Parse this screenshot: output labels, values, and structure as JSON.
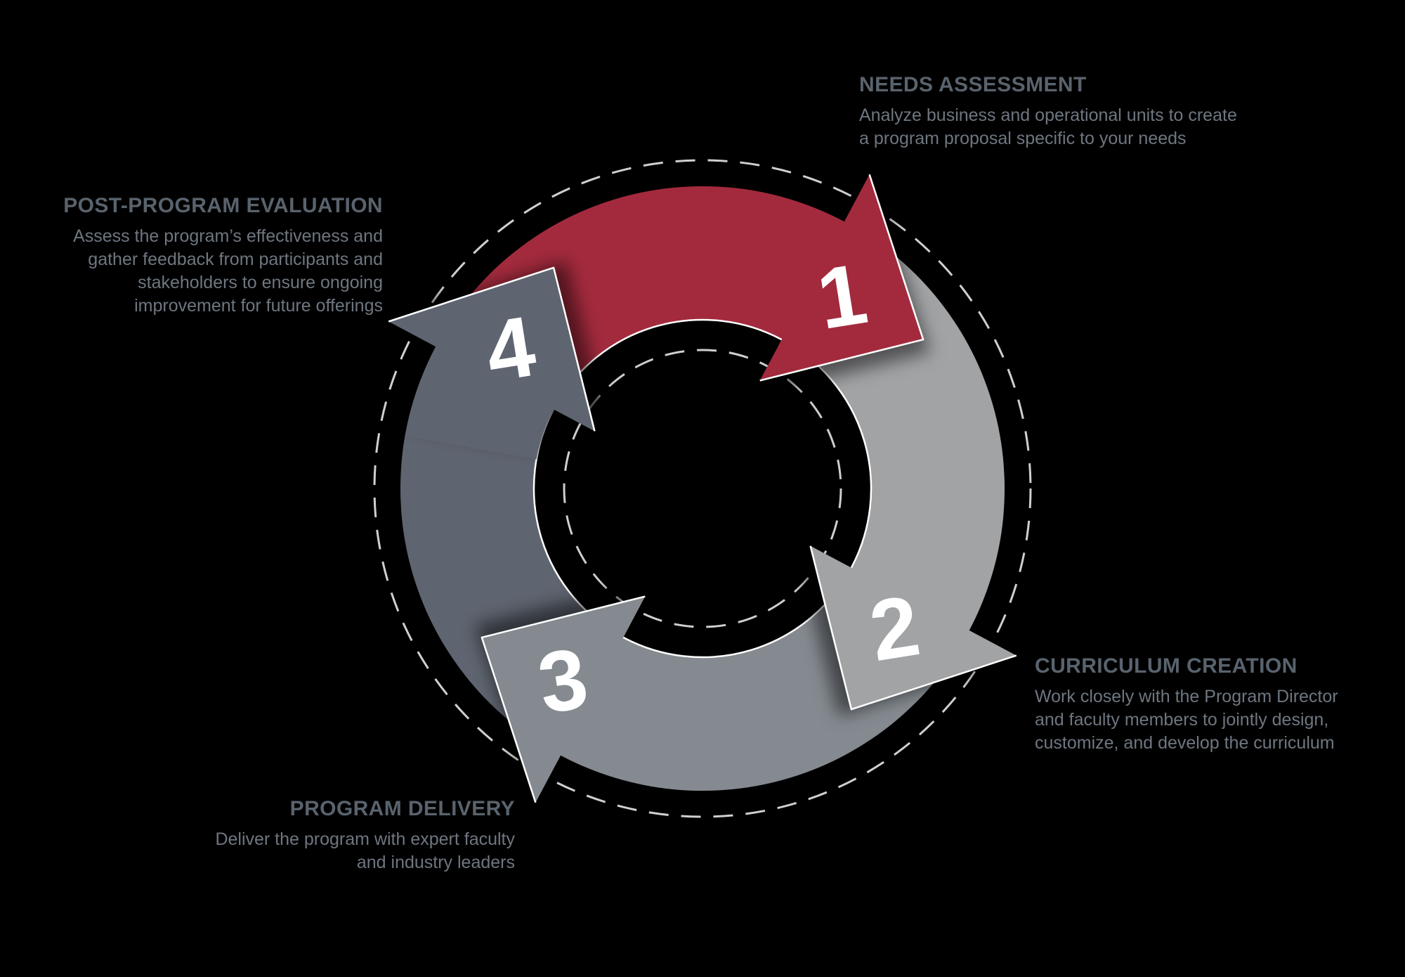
{
  "background": "#000000",
  "guides": {
    "dashed_circle_color": "#d0d0d0",
    "edge_highlight_color": "#ffffff"
  },
  "number_color": "#ffffff",
  "heading_color": "#59636d",
  "body_color": "#6e7680",
  "steps": [
    {
      "number": "1",
      "title": "NEEDS ASSESSMENT",
      "color": "#a32b3d",
      "description": "Analyze business and operational units to create a program proposal specific to your needs",
      "lines": [
        "Analyze business and operational units to create",
        "a program proposal specific to your needs"
      ]
    },
    {
      "number": "2",
      "title": "CURRICULUM CREATION",
      "color": "#a2a3a5",
      "description": "Work closely with the Program Director and faculty members to jointly design, customize, and develop the curriculum",
      "lines": [
        "Work closely with the Program Director",
        "and faculty members to jointly design,",
        "customize, and develop the curriculum"
      ]
    },
    {
      "number": "3",
      "title": "PROGRAM DELIVERY",
      "color": "#848a90",
      "description": "Deliver the program with expert faculty and industry leaders",
      "lines": [
        "Deliver the program with expert faculty",
        "and industry leaders"
      ]
    },
    {
      "number": "4",
      "title": "POST-PROGRAM EVALUATION",
      "color": "#5e6570",
      "description": "Assess the program’s effectiveness and gather feedback from participants and stakeholders to ensure ongoing improvement for future offerings",
      "lines": [
        "Assess the program’s effectiveness and",
        "gather feedback from participants and",
        "stakeholders to ensure ongoing",
        "improvement for future offerings"
      ]
    }
  ]
}
